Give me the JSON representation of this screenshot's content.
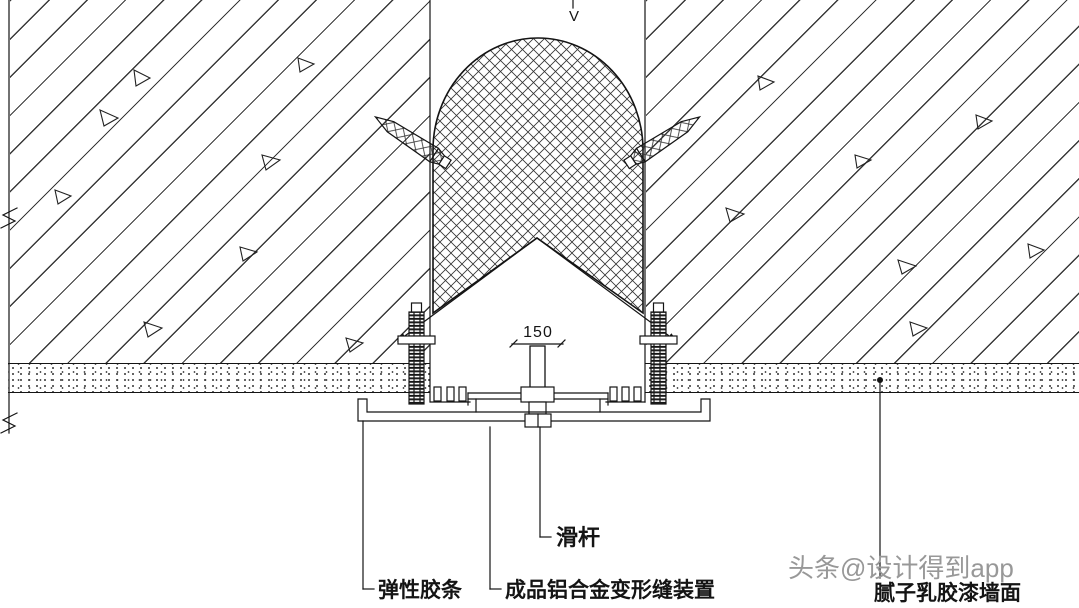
{
  "diagram": {
    "dimension": {
      "value": "150"
    },
    "v_mark": "V"
  },
  "labels": {
    "slide_rod": "滑杆",
    "elastic_strip": "弹性胶条",
    "aluminum_device": "成品铝合金变形缝装置",
    "wall_finish": "腻子乳胶漆墙面"
  },
  "watermark": {
    "text": "头条@设计得到app"
  },
  "colors": {
    "line": "#141414",
    "watermark": "#989898",
    "background": "#ffffff"
  }
}
